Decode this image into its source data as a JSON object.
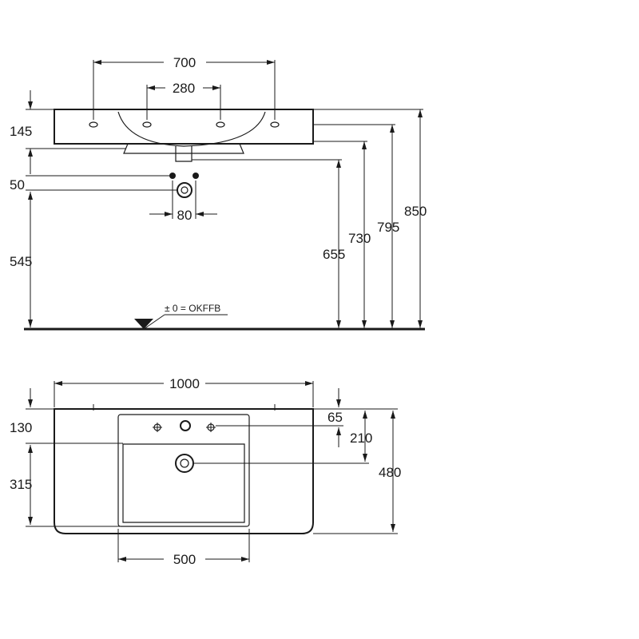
{
  "side_view": {
    "width_outer_holes": "700",
    "width_inner_holes": "280",
    "basin_height": "145",
    "trap_spacing": "50",
    "trap_width": "80",
    "trap_height": "545",
    "waste_height": "655",
    "underside_height": "730",
    "rim_height": "795",
    "top_height": "850",
    "floor_reference": "± 0 = OKFFB"
  },
  "top_view": {
    "overall_width": "1000",
    "back_depth": "130",
    "bowl_depth": "315",
    "tap_offset": "65",
    "drain_offset": "210",
    "overall_depth": "480",
    "bowl_width": "500"
  }
}
